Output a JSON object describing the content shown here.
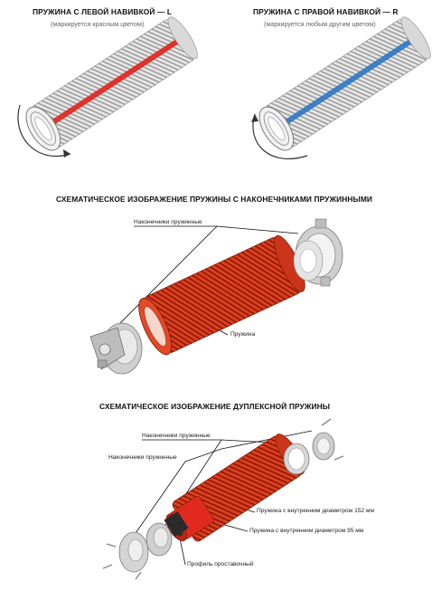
{
  "section1": {
    "left": {
      "title": "ПРУЖИНА С ЛЕВОЙ НАВИВКОЙ — L",
      "note": "(маркируется красным цветом)",
      "marker_color": "#e0261f"
    },
    "right": {
      "title": "ПРУЖИНА С ПРАВОЙ НАВИВКОЙ — R",
      "note": "(маркируется любым другим цветом)",
      "marker_color": "#2f78c4"
    }
  },
  "section2": {
    "title": "СХЕМАТИЧЕСКОЕ ИЗОБРАЖЕНИЕ ПРУЖИНЫ С НАКОНЕЧНИКАМИ ПРУЖИННЫМИ",
    "labels": {
      "tips": "Наконечники пружинные",
      "spring": "Пружина"
    }
  },
  "section3": {
    "title": "СХЕМАТИЧЕСКОЕ ИЗОБРАЖЕНИЕ ДУПЛЕКСНОЙ ПРУЖИНЫ",
    "labels": {
      "tips_upper": "Наконечники пружинные",
      "tips_lower": "Наконечники пружинные",
      "inner152": "Пружина с внутренним диаметром 152 мм",
      "inner95": "Пружина с внутренним диаметром 95 мм",
      "profile": "Профиль проставочный"
    }
  },
  "colors": {
    "spring_red": "#d93a1c",
    "steel": "#b9b9b9"
  }
}
